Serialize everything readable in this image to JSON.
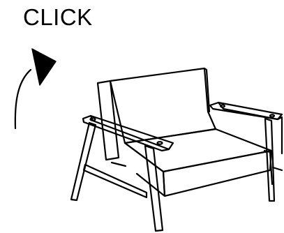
{
  "instruction": {
    "label": "CLICK"
  },
  "illustration": {
    "subject": "armchair",
    "arrow": "curved-arrow-up-right"
  },
  "colors": {
    "ink": "#000000",
    "background": "#ffffff"
  }
}
